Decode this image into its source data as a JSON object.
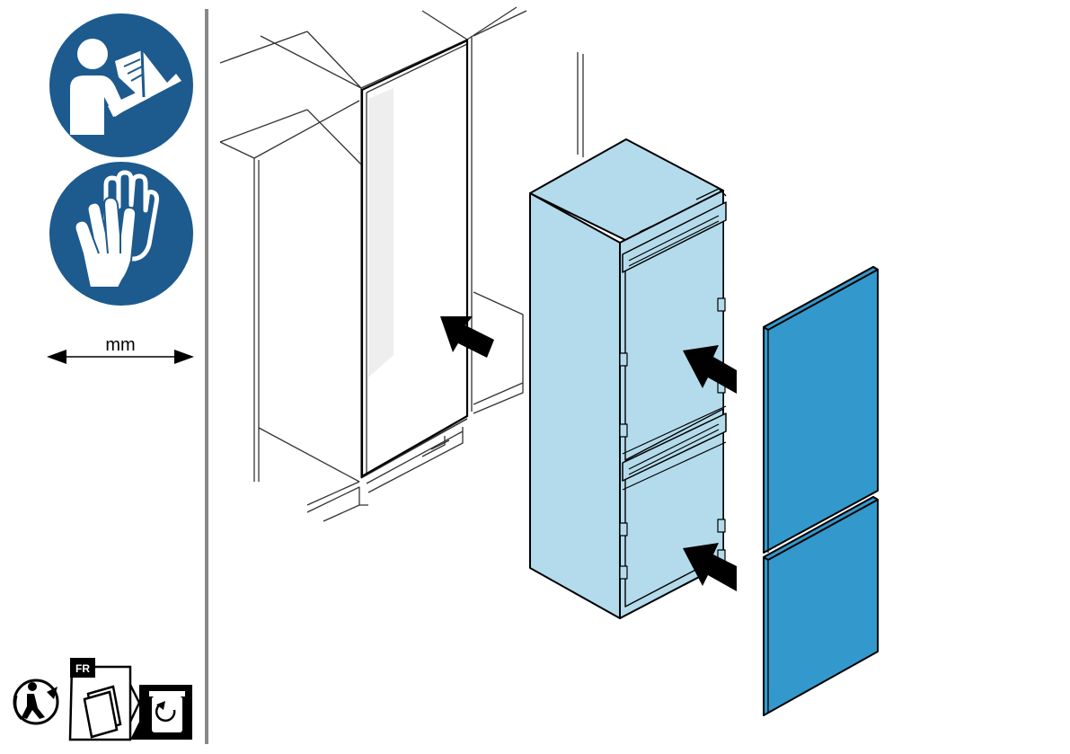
{
  "sidebar": {
    "unit_label": "mm",
    "manual_icon": "read-manual-icon",
    "gloves_icon": "wear-gloves-icon",
    "recycling_label": "FR"
  },
  "colors": {
    "mandatory_blue": "#1d5a8e",
    "fridge_body": "#b4dbeb",
    "door_panel": "#3399cc",
    "line": "#000000",
    "cabinet_line": "#333333",
    "divider": "#888888"
  },
  "scene": {
    "cabinet": "kitchen-cabinet-niche",
    "appliance": "built-in-fridge-freezer",
    "panels": "decor-door-panels",
    "arrows": [
      "insert-arrow",
      "insert-arrow",
      "insert-arrow"
    ]
  }
}
